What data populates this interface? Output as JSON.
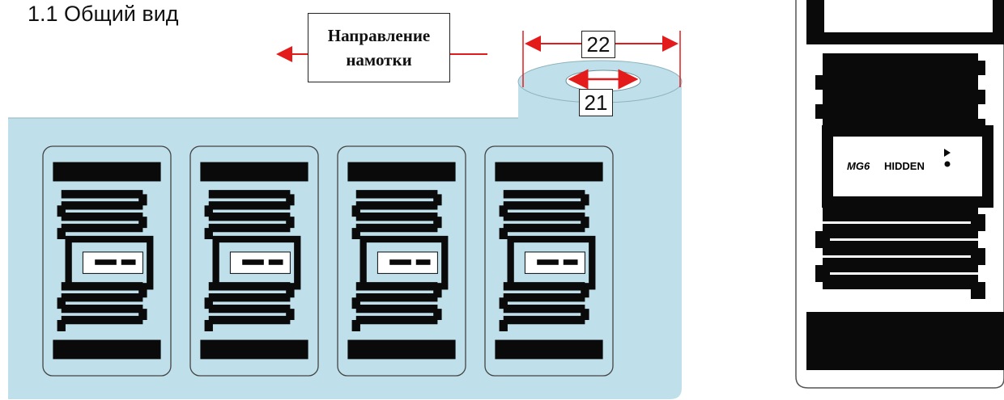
{
  "heading": "1.1  Общий вид",
  "winding_direction": {
    "line1": "Направление",
    "line2": "намотки"
  },
  "dimensions": {
    "outer": "22",
    "inner": "21"
  },
  "chip_text_large": {
    "left": "MG6",
    "right": "HIDDEN"
  },
  "colors": {
    "roll": "#bfe0ea",
    "arrow": "#e31b1b",
    "antenna": "#0a0a0a"
  }
}
